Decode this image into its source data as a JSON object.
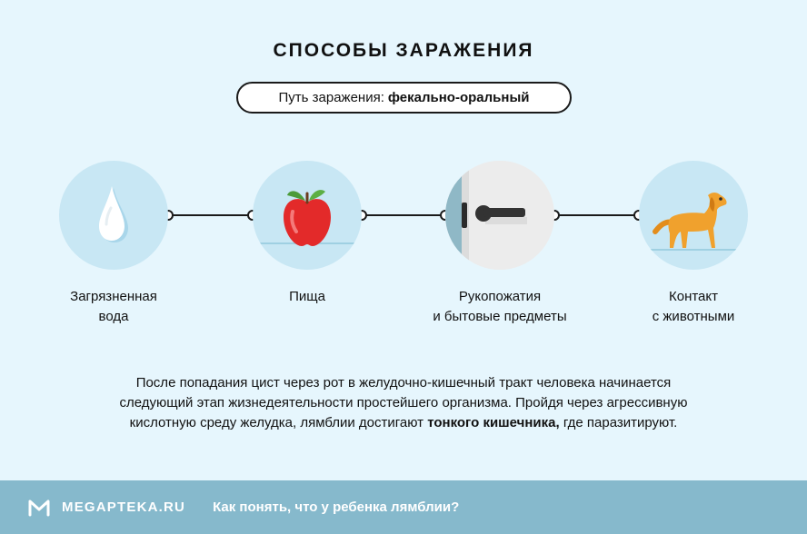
{
  "header": {
    "title": "СПОСОБЫ ЗАРАЖЕНИЯ",
    "path_label": "Путь заражения:",
    "path_value": "фекально-оральный"
  },
  "methods": [
    {
      "line1": "Загрязненная",
      "line2": "вода",
      "icon": "water-drop-icon"
    },
    {
      "line1": "Пища",
      "line2": "",
      "icon": "apple-icon"
    },
    {
      "line1": "Рукопожатия",
      "line2": "и бытовые предметы",
      "icon": "door-handle-icon"
    },
    {
      "line1": "Контакт",
      "line2": "с животными",
      "icon": "dog-icon"
    }
  ],
  "description": {
    "line1": "После попадания цист через рот в желудочно-кишечный тракт человека начинается",
    "line2": "следующий этап жизнедеятельности простейшего организма. Пройдя через агрессивную",
    "line3_before": "кислотную среду желудка, лямблии достигают ",
    "line3_bold": "тонкого кишечника,",
    "line3_after": " где паразитируют."
  },
  "footer": {
    "brand": "MEGAPTEKA.RU",
    "link": "Как понять, что у ребенка лямблии?"
  },
  "colors": {
    "background": "#e6f6fd",
    "circle": "#c8e7f4",
    "footer": "#86b9cc"
  }
}
